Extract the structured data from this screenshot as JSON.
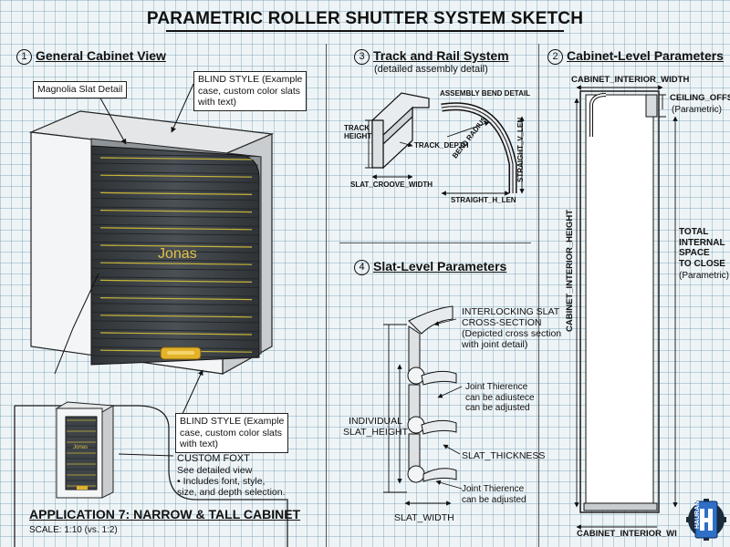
{
  "title": "PARAMETRIC ROLLER SHUTTER SYSTEM SKETCH",
  "sections": {
    "general": {
      "num": "1",
      "label": "General Cabinet View"
    },
    "track": {
      "num": "3",
      "label": "Track and Rail System",
      "sub": "(detailed assembly detail)"
    },
    "cabinet": {
      "num": "2",
      "label": "Cabinet-Level Parameters"
    },
    "slat": {
      "num": "4",
      "label": "Slat-Level Parameters"
    }
  },
  "general_view": {
    "magnolia": "Magnolia Slat Detail",
    "blind_style_top": [
      "BLIND STYLE (Example",
      "case, custom color slats",
      "with text)"
    ],
    "shutter_text": "Jonas",
    "blind_style_bottom": [
      "BLIND STYLE (Example",
      "case, custom color slats",
      "with text)"
    ],
    "custom_font": [
      "CUSTOM FOXT",
      "See detailed view",
      "• Includes font, style,",
      "size, and depth selection."
    ],
    "app_title": "APPLICATION 7: NARROW & TALL CABINET",
    "app_scale": "SCALE: 1:10 (vs. 1:2)",
    "mini_text": "Jonas"
  },
  "track_view": {
    "track_height": [
      "TRACK",
      "HEIGHT"
    ],
    "track_depth": "TRACK_DEPTH",
    "slat_groove": "SLAT_CROOVE_WIDTH",
    "assembly_bend": "ASSEMBLY BEND DETAIL",
    "bend_radius": "BEND RADIUS",
    "straight_v": "STRAIGHT_V_LEN",
    "straight_h": "STRAIGHT_H_LEN"
  },
  "cabinet_params": {
    "interior_width_top": "CABINET_INTERIOR_WIDTH",
    "ceiling_offset": "CEILING_OFFSET",
    "ceiling_param": "(Parametric)",
    "interior_height": "CABINET_INTERIOR_HEIGHT",
    "total_space": [
      "TOTAL",
      "INTERNAL",
      "SPACE",
      "TO CLOSE"
    ],
    "total_param": "(Parametric)",
    "interior_width_bottom": "CABINET_INTERIOR_WI"
  },
  "slat_params": {
    "interlocking": [
      "INTERLOCKING SLAT",
      "CROSS-SECTION"
    ],
    "interlocking_note": [
      "(Depicted cross section",
      "with joint detail)"
    ],
    "joint1": [
      "Joint Thierence",
      "can be adiustece",
      "can be adjusted"
    ],
    "individual": [
      "INDIVIDUAL",
      "SLAT_HEIGHT"
    ],
    "thickness": "SLAT_THICKNESS",
    "joint2": [
      "Joint Thierence",
      "can be adjusted"
    ],
    "width": "SLAT_WIDTH"
  },
  "seal_text": "HAURAN",
  "colors": {
    "slat": "#3e4347",
    "stripe": "#c8b63a",
    "handle": "#e2b22a"
  }
}
